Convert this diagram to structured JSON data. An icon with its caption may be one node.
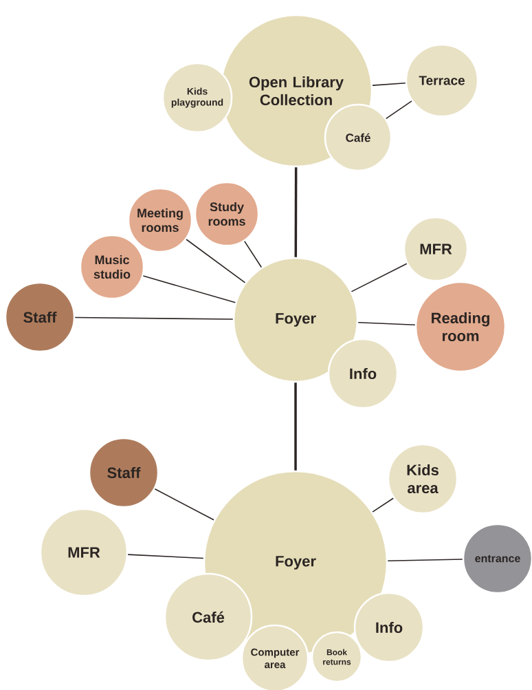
{
  "diagram": {
    "nodes": [
      {
        "text": [
          "Open Library Collection"
        ]
      },
      {
        "text": [
          "Kids playground"
        ]
      },
      {
        "text": [
          "Terrace"
        ]
      },
      {
        "text": [
          "Café"
        ]
      },
      {
        "text": [
          "Meeting rooms"
        ]
      },
      {
        "text": [
          "Study rooms"
        ]
      },
      {
        "text": [
          "Music studio"
        ]
      },
      {
        "text": [
          "Staff"
        ]
      },
      {
        "text": [
          "Foyer"
        ]
      },
      {
        "text": [
          "MFR"
        ]
      },
      {
        "text": [
          "Reading room"
        ]
      },
      {
        "text": [
          "Info"
        ]
      },
      {
        "text": [
          "Staff"
        ]
      },
      {
        "text": [
          "Foyer"
        ]
      },
      {
        "text": [
          "MFR"
        ]
      },
      {
        "text": [
          "Kids area"
        ]
      },
      {
        "text": [
          "entrance"
        ]
      },
      {
        "text": [
          "Café"
        ]
      },
      {
        "text": [
          "Computer area"
        ]
      },
      {
        "text": [
          "Book returns"
        ]
      },
      {
        "text": [
          "Info"
        ]
      }
    ],
    "edges": [
      {
        "from": 0,
        "to": 8,
        "arrow": "none",
        "style": "thick"
      },
      {
        "from": 0,
        "to": 2,
        "arrow": "none"
      },
      {
        "from": 3,
        "to": 2,
        "arrow": "none"
      },
      {
        "from": 4,
        "to": 8,
        "arrow": "none"
      },
      {
        "from": 5,
        "to": 8,
        "arrow": "none"
      },
      {
        "from": 6,
        "to": 8,
        "arrow": "none"
      },
      {
        "from": 7,
        "to": 8,
        "arrow": "none"
      },
      {
        "from": 8,
        "to": 9,
        "arrow": "none"
      },
      {
        "from": 8,
        "to": 10,
        "arrow": "none"
      },
      {
        "from": 8,
        "to": 13,
        "arrow": "none",
        "style": "thick"
      },
      {
        "from": 12,
        "to": 13,
        "arrow": "none"
      },
      {
        "from": 14,
        "to": 13,
        "arrow": "none"
      },
      {
        "from": 13,
        "to": 15,
        "arrow": "none"
      },
      {
        "from": 13,
        "to": 16,
        "arrow": "none"
      }
    ]
  }
}
